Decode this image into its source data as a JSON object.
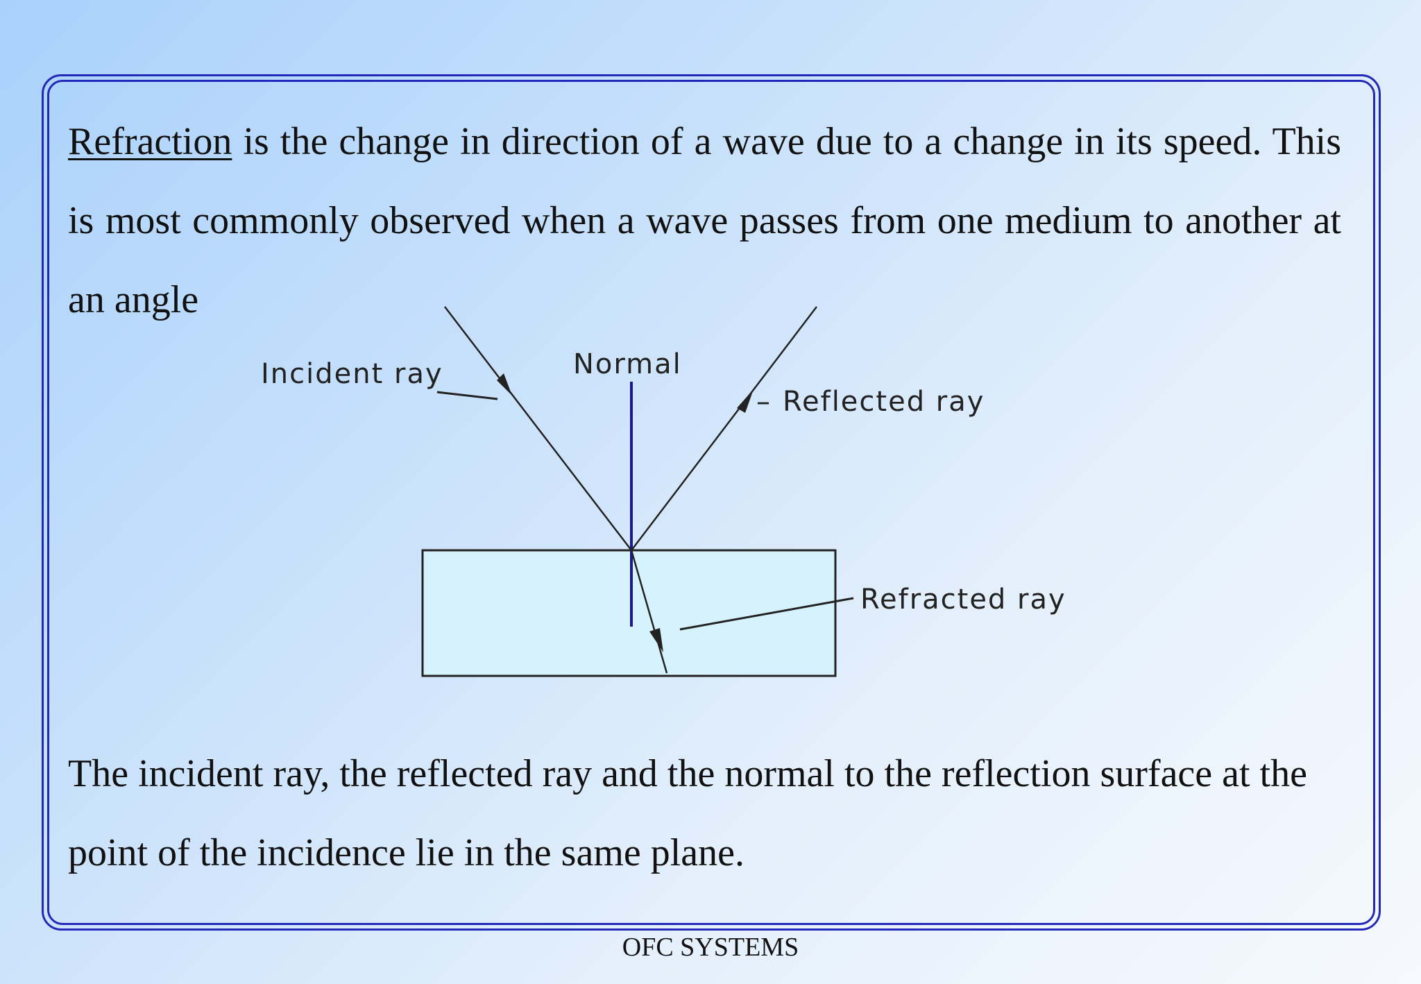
{
  "slide": {
    "para1": {
      "term": "Refraction",
      "rest": " is the change in direction of a wave due to a change in its speed. This is most commonly observed when a wave passes from one medium to another at an angle"
    },
    "para2": "The incident ray, the reflected ray and the normal to the reflection surface at the point of the incidence lie in the same plane.",
    "footer": "OFC SYSTEMS"
  },
  "diagram": {
    "labels": {
      "incident": "Incident ray",
      "normal": "Normal",
      "reflected": "Reflected ray",
      "refracted": "Refracted ray",
      "reflected_dash": "–"
    },
    "colors": {
      "normal_line": "#1a1a8a",
      "rays": "#222222",
      "medium_fill": "#d6f3fd",
      "medium_stroke": "#222222"
    }
  }
}
